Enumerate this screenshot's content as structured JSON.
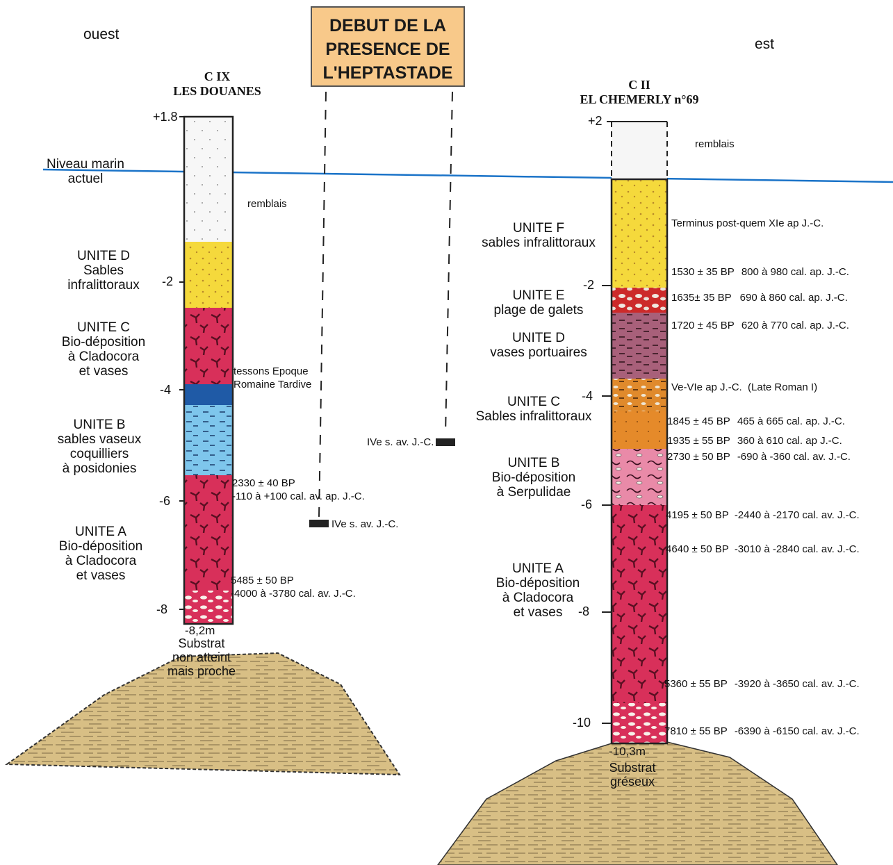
{
  "title": [
    "DEBUT DE LA",
    "PRESENCE DE",
    "L'HEPTASTADE"
  ],
  "orientation": {
    "west": "ouest",
    "east": "est"
  },
  "sea_level": {
    "line1": "Niveau marin",
    "line2": "actuel"
  },
  "colors": {
    "title_fill": "#f8c98a",
    "sea_level_line": "#1a73c8",
    "remblais": "#f6f6f6",
    "sable_yellow": "#f5d93c",
    "cladocora_red": "#d8305a",
    "dark_blue": "#1f5aa6",
    "light_blue": "#7ec6ec",
    "plage_red": "#cc2a2a",
    "vase_purple": "#a8607a",
    "orange": "#e58a2a",
    "serpulidae_pink": "#e98aa8",
    "substrate": "#d8bf85"
  },
  "left_core": {
    "name_line1": "C IX",
    "name_line2": "LES DOUANES",
    "top_label": "+1.8",
    "depth_ticks": [
      "-2",
      "-4",
      "-6",
      "-8"
    ],
    "base_depth": "-8,2m",
    "substrate": [
      "Substrat",
      "non atteint",
      "mais proche"
    ],
    "remblais": "remblais",
    "units": [
      {
        "lines": [
          "UNITE D",
          "Sables",
          "infralittoraux"
        ]
      },
      {
        "lines": [
          "UNITE C",
          "Bio-déposition",
          "à Cladocora",
          "et vases"
        ]
      },
      {
        "lines": [
          "UNITE B",
          "sables vaseux",
          "coquilliers",
          "à posidonies"
        ]
      },
      {
        "lines": [
          "UNITE A",
          "Bio-déposition",
          "à Cladocora",
          "et vases"
        ]
      }
    ],
    "annotations": [
      [
        "tessons Epoque",
        "Romaine Tardive"
      ],
      [
        "2330 ± 40 BP",
        "-110 à +100 cal. av. ap. J.-C."
      ],
      [
        "5485 ± 50 BP",
        "-4000 à -3780 cal. av. J.-C."
      ]
    ]
  },
  "heptastade": {
    "left_marker": "IVe s. av. J.-C.",
    "right_marker": "IVe s. av. J.-C."
  },
  "right_core": {
    "name_line1": "C II",
    "name_line2": "EL CHEMERLY n°69",
    "top_label": "+2",
    "depth_ticks": [
      "-2",
      "-4",
      "-6",
      "-8",
      "-10"
    ],
    "base_depth": "-10,3m",
    "substrate": [
      "Substrat",
      "gréseux"
    ],
    "remblais": "remblais",
    "units": [
      {
        "lines": [
          "UNITE F",
          "sables infralittoraux"
        ]
      },
      {
        "lines": [
          "UNITE E",
          "plage de galets"
        ]
      },
      {
        "lines": [
          "UNITE D",
          "vases portuaires"
        ]
      },
      {
        "lines": [
          "UNITE C",
          "Sables infralittoraux"
        ]
      },
      {
        "lines": [
          "UNITE B",
          "Bio-déposition",
          "à Serpulidae"
        ]
      },
      {
        "lines": [
          "UNITE A",
          "Bio-déposition",
          "à Cladocora",
          "et vases"
        ]
      }
    ],
    "dates": [
      {
        "bp": "",
        "cal": "Terminus post-quem XIe ap J.-C."
      },
      {
        "bp": "1530 ± 35 BP",
        "cal": "800 à 980 cal. ap. J.-C."
      },
      {
        "bp": "1635± 35 BP",
        "cal": "690 à 860 cal. ap. J.-C."
      },
      {
        "bp": "1720 ± 45 BP",
        "cal": "620 à 770 cal. ap. J.-C."
      },
      {
        "bp": "",
        "cal": "Ve-VIe ap J.-C.  (Late Roman I)"
      },
      {
        "bp": "1845 ± 45 BP",
        "cal": "465 à 665 cal. ap. J.-C."
      },
      {
        "bp": "1935 ± 55 BP",
        "cal": "360 à 610 cal. ap J.-C."
      },
      {
        "bp": "2730 ± 50 BP",
        "cal": "-690 à -360 cal. av. J.-C."
      },
      {
        "bp": "4195 ± 50 BP",
        "cal": "-2440 à -2170 cal. av. J.-C."
      },
      {
        "bp": "4640 ± 50 BP",
        "cal": "-3010 à -2840 cal. av. J.-C."
      },
      {
        "bp": "5360 ± 55 BP",
        "cal": "-3920 à -3650 cal. av. J.-C."
      },
      {
        "bp": "7810 ± 55 BP",
        "cal": "-6390 à -6150 cal. av. J.-C."
      }
    ]
  }
}
